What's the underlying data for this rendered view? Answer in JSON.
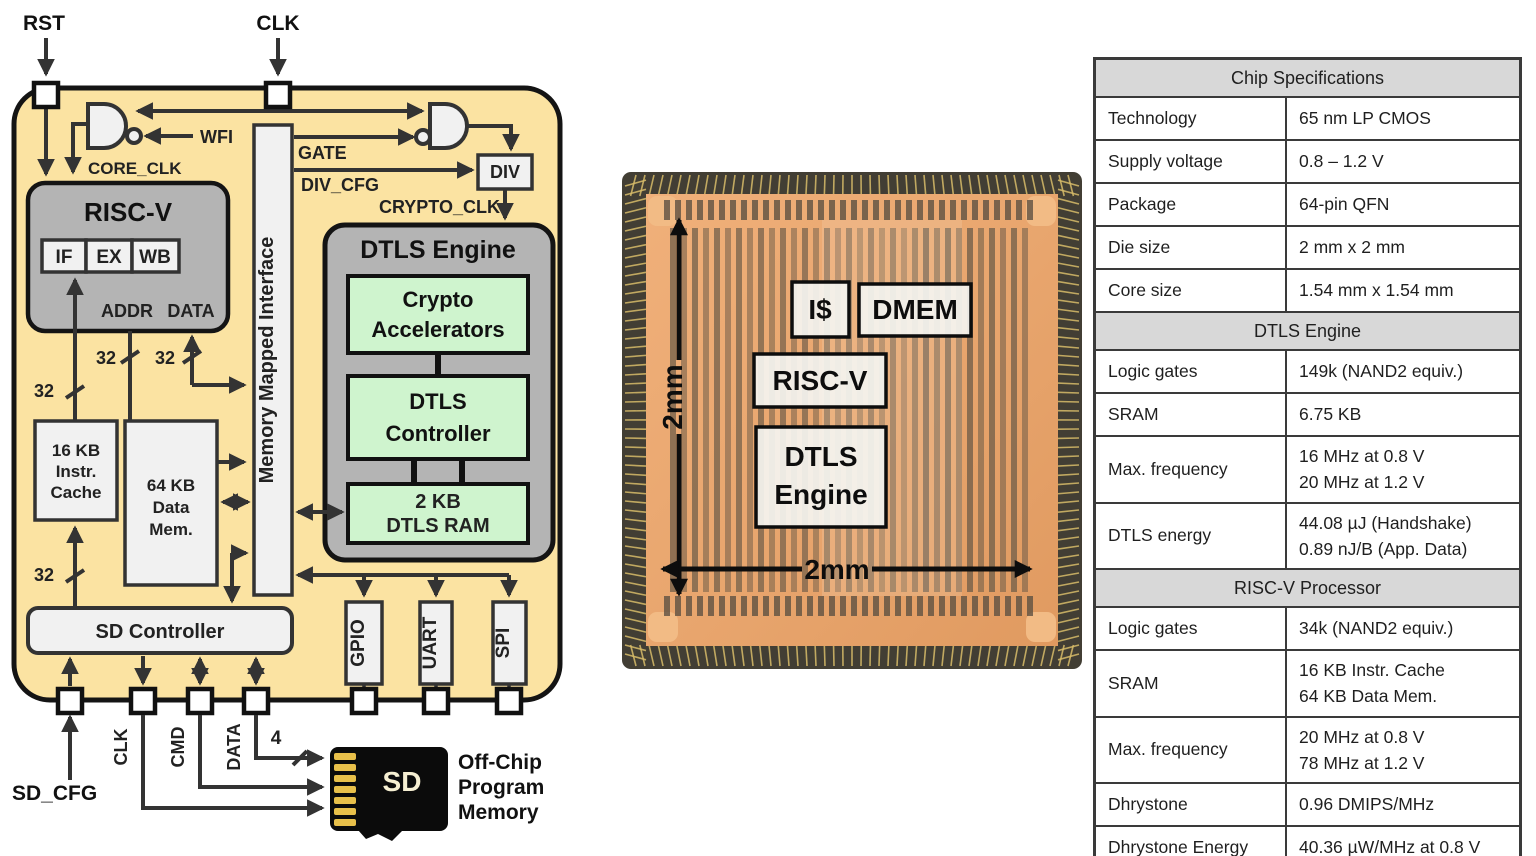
{
  "colors": {
    "chip_fill": "#FBE3A2",
    "block_gray": "#B4B4B4",
    "box_light": "#F1F1F1",
    "accent_green": "#CFF4CE",
    "line": "#333333",
    "die_copper": "#E8A770",
    "bond_wire": "#D8BC69",
    "table_header_bg": "#D8D8D8"
  },
  "diagram": {
    "pins": {
      "rst": "RST",
      "clk": "CLK",
      "sd_cfg": "SD_CFG",
      "sd_clk": "CLK",
      "sd_cmd": "CMD",
      "sd_data": "DATA"
    },
    "signals": {
      "wfi": "WFI",
      "core_clk": "CORE_CLK",
      "gate": "GATE",
      "div_cfg": "DIV_CFG",
      "crypto_clk": "CRYPTO_CLK"
    },
    "div_block": "DIV",
    "mmi": "Memory Mapped Interface",
    "riscv": {
      "title": "RISC-V",
      "stages": [
        "IF",
        "EX",
        "WB"
      ],
      "addr": "ADDR",
      "data": "DATA"
    },
    "icache": [
      "16 KB",
      "Instr.",
      "Cache"
    ],
    "dmem": [
      "64 KB",
      "Data",
      "Mem."
    ],
    "dtls": {
      "title": "DTLS Engine",
      "crypto": [
        "Crypto",
        "Accelerators"
      ],
      "controller": [
        "DTLS",
        "Controller"
      ],
      "ram": [
        "2 KB",
        "DTLS RAM"
      ]
    },
    "sd_controller": "SD Controller",
    "peripherals": [
      "GPIO",
      "UART",
      "SPI"
    ],
    "bus_32": "32",
    "bus_4": "4",
    "sd_card": "SD",
    "offchip": [
      "Off-Chip",
      "Program",
      "Memory"
    ]
  },
  "die": {
    "labels": {
      "icache": "I$",
      "dmem": "DMEM",
      "riscv": "RISC-V",
      "dtls": [
        "DTLS",
        "Engine"
      ]
    },
    "dim_vertical": "2mm",
    "dim_horizontal": "2mm"
  },
  "table": {
    "sections": [
      {
        "header": "Chip Specifications",
        "rows": [
          {
            "label": "Technology",
            "value": [
              "65 nm LP CMOS"
            ]
          },
          {
            "label": "Supply voltage",
            "value": [
              "0.8 – 1.2 V"
            ]
          },
          {
            "label": "Package",
            "value": [
              "64-pin QFN"
            ]
          },
          {
            "label": "Die size",
            "value": [
              "2 mm x 2 mm"
            ]
          },
          {
            "label": "Core size",
            "value": [
              "1.54 mm x 1.54 mm"
            ]
          }
        ]
      },
      {
        "header": "DTLS Engine",
        "rows": [
          {
            "label": "Logic gates",
            "value": [
              "149k (NAND2 equiv.)"
            ]
          },
          {
            "label": "SRAM",
            "value": [
              "6.75 KB"
            ]
          },
          {
            "label": "Max. frequency",
            "value": [
              "16 MHz at 0.8 V",
              "20 MHz at 1.2 V"
            ]
          },
          {
            "label": "DTLS energy",
            "value": [
              "44.08 µJ (Handshake)",
              "0.89 nJ/B (App. Data)"
            ]
          }
        ]
      },
      {
        "header": "RISC-V Processor",
        "rows": [
          {
            "label": "Logic gates",
            "value": [
              "34k (NAND2 equiv.)"
            ]
          },
          {
            "label": "SRAM",
            "value": [
              "16 KB Instr. Cache",
              "64 KB Data Mem."
            ]
          },
          {
            "label": "Max. frequency",
            "value": [
              "20 MHz at 0.8 V",
              "78 MHz at 1.2 V"
            ]
          },
          {
            "label": "Dhrystone",
            "value": [
              "0.96 DMIPS/MHz"
            ]
          },
          {
            "label": "Dhrystone Energy",
            "value": [
              "40.36 µW/MHz at 0.8 V"
            ]
          }
        ]
      }
    ]
  }
}
